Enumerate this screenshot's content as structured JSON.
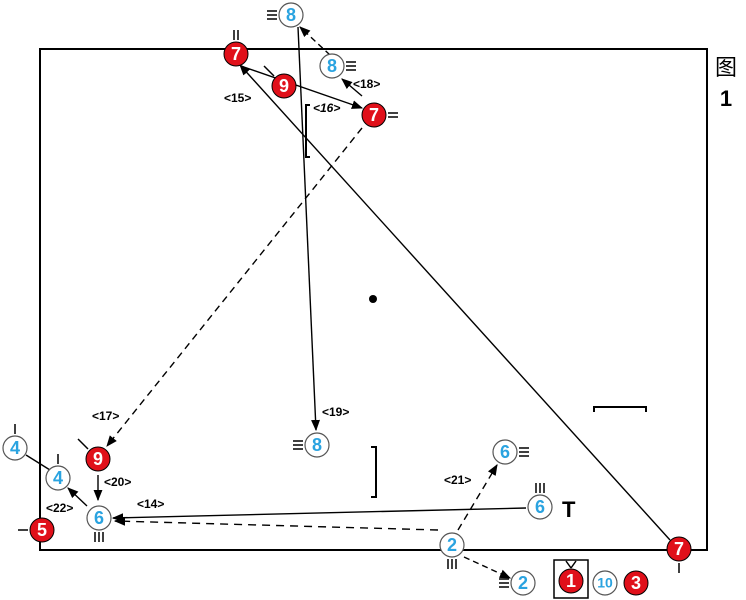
{
  "figure": {
    "label_char": "图",
    "label_number": "1"
  },
  "colors": {
    "red_team": "#e0101a",
    "blue_team": "#2aa3e0",
    "line": "#000000",
    "background": "#ffffff"
  },
  "players": [
    {
      "id": "p-blue-8-top",
      "team": "blue",
      "number": "8",
      "marker": "triple-left"
    },
    {
      "id": "p-red-7-top",
      "team": "red",
      "number": "7",
      "marker": "double-top"
    },
    {
      "id": "p-red-9-top",
      "team": "red",
      "number": "9",
      "marker": "diag-top"
    },
    {
      "id": "p-blue-8-mid-top",
      "team": "blue",
      "number": "8",
      "marker": "triple-right"
    },
    {
      "id": "p-red-7-mid",
      "team": "red",
      "number": "7",
      "marker": "double-right"
    },
    {
      "id": "p-blue-8-center",
      "team": "blue",
      "number": "8",
      "marker": "triple-left"
    },
    {
      "id": "p-blue-4-left",
      "team": "blue",
      "number": "4",
      "marker": "single-top"
    },
    {
      "id": "p-red-9-left",
      "team": "red",
      "number": "9",
      "marker": "diag-top"
    },
    {
      "id": "p-blue-4-left-mid",
      "team": "blue",
      "number": "4",
      "marker": "single-top"
    },
    {
      "id": "p-blue-6-left",
      "team": "blue",
      "number": "6",
      "marker": "triple-bottom"
    },
    {
      "id": "p-red-5-left",
      "team": "red",
      "number": "5",
      "marker": "single-left"
    },
    {
      "id": "p-blue-6-top-right",
      "team": "blue",
      "number": "6",
      "marker": "triple-right"
    },
    {
      "id": "p-blue-6-right",
      "team": "blue",
      "number": "6",
      "marker": "triple-top"
    },
    {
      "id": "p-blue-2-bottom",
      "team": "blue",
      "number": "2",
      "marker": "triple-bottom"
    },
    {
      "id": "p-blue-2-bottom-right",
      "team": "blue",
      "number": "2",
      "marker": "triple-left"
    },
    {
      "id": "p-red-1-goalkeeper",
      "team": "red",
      "number": "1",
      "marker": "v-top"
    },
    {
      "id": "p-blue-10-bottom",
      "team": "blue",
      "number": "10",
      "marker": "none"
    },
    {
      "id": "p-red-3-bottom",
      "team": "red",
      "number": "3",
      "marker": "none"
    },
    {
      "id": "p-red-7-corner",
      "team": "red",
      "number": "7",
      "marker": "single-bottom"
    }
  ],
  "annotations": [
    {
      "id": "step-14",
      "text": "<14>"
    },
    {
      "id": "step-15",
      "text": "<15>"
    },
    {
      "id": "step-16",
      "text": "<16>"
    },
    {
      "id": "step-17",
      "text": "<17>"
    },
    {
      "id": "step-18",
      "text": "<18>"
    },
    {
      "id": "step-19",
      "text": "<19>"
    },
    {
      "id": "step-20",
      "text": "<20>"
    },
    {
      "id": "step-21",
      "text": "<21>"
    },
    {
      "id": "step-22",
      "text": "<22>"
    }
  ],
  "arrows": [
    {
      "id": "run-8-top-down",
      "style": "solid"
    },
    {
      "id": "pass-8-to-8",
      "style": "dashed"
    },
    {
      "id": "run-18",
      "style": "solid"
    },
    {
      "id": "run-7-top",
      "style": "solid"
    },
    {
      "id": "run-7-long",
      "style": "solid"
    },
    {
      "id": "pass-17",
      "style": "dashed"
    },
    {
      "id": "run-20",
      "style": "solid"
    },
    {
      "id": "run-22",
      "style": "solid"
    },
    {
      "id": "run-14",
      "style": "solid"
    },
    {
      "id": "pass-6-to-6",
      "style": "dashed"
    },
    {
      "id": "pass-21",
      "style": "dashed"
    },
    {
      "id": "pass-2-to-2",
      "style": "dashed"
    }
  ],
  "props": {
    "t_symbol": "T"
  }
}
